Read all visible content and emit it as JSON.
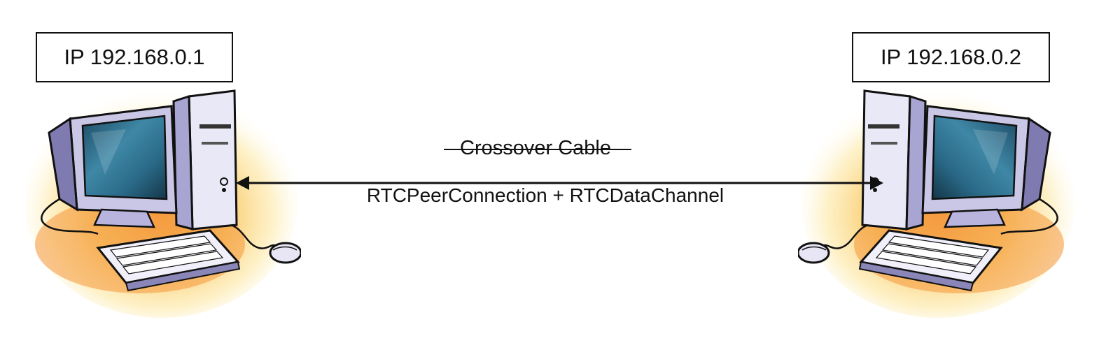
{
  "left_host": {
    "ip_label": "IP 192.168.0.1",
    "icon": "desktop-computer-icon"
  },
  "right_host": {
    "ip_label": "IP 192.168.0.2",
    "icon": "desktop-computer-icon"
  },
  "connection": {
    "struck_label": "Crossover Cable",
    "label": "RTCPeerConnection + RTCDataChannel",
    "direction": "bidirectional"
  },
  "colors": {
    "line": "#111111",
    "glow_yellow": "#fbe79a",
    "glow_orange": "#f5a64a",
    "monitor_case": "#c9c6e6",
    "monitor_shadow": "#7f7bb0",
    "screen": "#2f6c88"
  }
}
